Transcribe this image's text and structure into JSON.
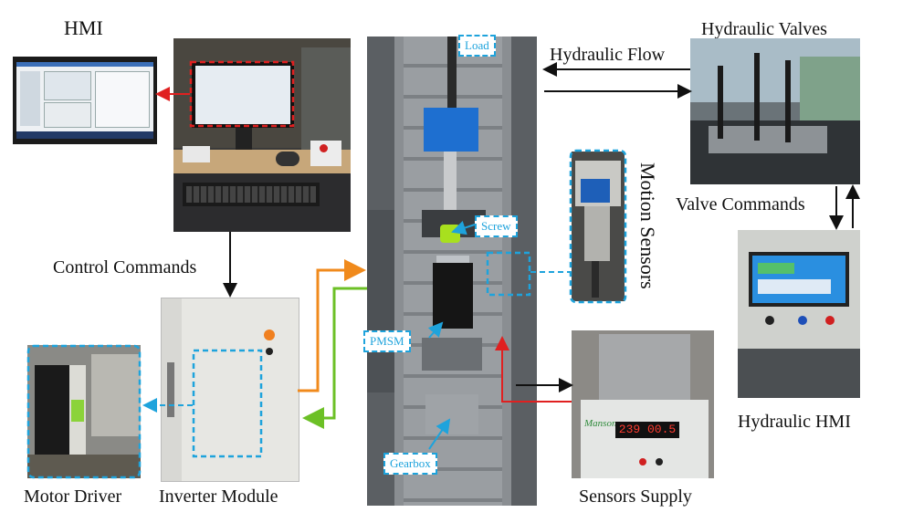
{
  "labels": {
    "hmi": "HMI",
    "hydraulic_valves": "Hydraulic Valves",
    "hydraulic_flow": "Hydraulic Flow",
    "motion_sensors": "Motion Sensors",
    "valve_commands": "Valve Commands",
    "control_commands": "Control Commands",
    "hydraulic_hmi": "Hydraulic HMI",
    "motor_driver": "Motor Driver",
    "inverter_module": "Inverter Module",
    "sensors_supply": "Sensors Supply"
  },
  "tags": {
    "load": "Load",
    "screw": "Screw",
    "pmsm": "PMSM",
    "gearbox": "Gearbox"
  },
  "power_supply": {
    "brand": "Manson",
    "display": "239 00.5"
  },
  "colors": {
    "accent_blue": "#1ea3dc",
    "hmi_red": "#e02020",
    "flow_orange": "#f08a1c",
    "flow_green": "#6cc026",
    "sensor_red": "#e02020"
  }
}
